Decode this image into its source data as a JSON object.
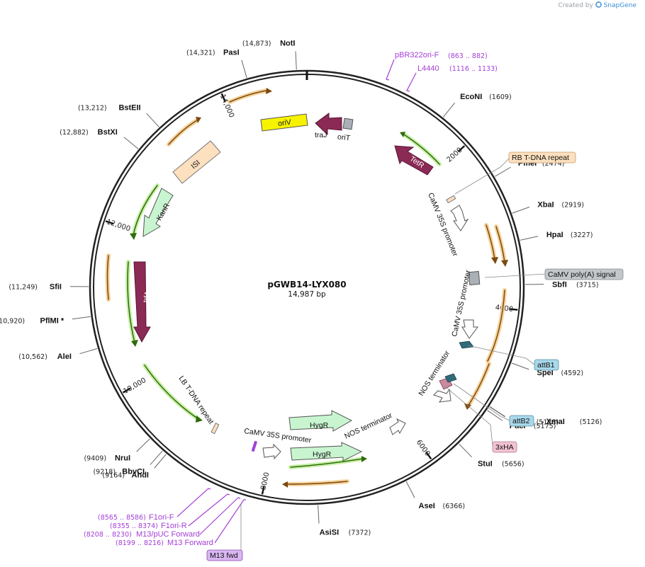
{
  "header": {
    "created_by": "Created by",
    "brand": "SnapGene"
  },
  "plasmid": {
    "name": "pGWB14-LYX080",
    "length_label": "14,987 bp",
    "length": 14987
  },
  "colors": {
    "primer": "#a43ed6",
    "orange": "#e9a23b",
    "green": "#7fcc4a",
    "maroon": "#8a2a55",
    "mint": "#c8f5cf",
    "peach": "#fde0bf",
    "yellow": "#f7f200",
    "gray": "#aab0b6",
    "tag_blue": "#a8d8ea",
    "tag_pink": "#f2c3d2"
  },
  "ticks": [
    {
      "label": "2000",
      "bp": 2000
    },
    {
      "label": "4000",
      "bp": 4000
    },
    {
      "label": "6000",
      "bp": 6000
    },
    {
      "label": "8000",
      "bp": 8000
    },
    {
      "label": "10,000",
      "bp": 10000
    },
    {
      "label": "12,000",
      "bp": 12000
    },
    {
      "label": "14,000",
      "bp": 14000
    }
  ],
  "enzymes": [
    {
      "name": "NotI",
      "pos": "(14,873)",
      "bp": 14873
    },
    {
      "name": "PasI",
      "pos": "(14,321)",
      "bp": 14321
    },
    {
      "name": "BstEII",
      "pos": "(13,212)",
      "bp": 13212
    },
    {
      "name": "BstXI",
      "pos": "(12,882)",
      "bp": 12882
    },
    {
      "name": "SfiI",
      "pos": "(11,249)",
      "bp": 11249
    },
    {
      "name": "PflMI *",
      "pos": "(10,920)",
      "bp": 10920
    },
    {
      "name": "AleI",
      "pos": "(10,562)",
      "bp": 10562
    },
    {
      "name": "NruI",
      "pos": "(9409)",
      "bp": 9409
    },
    {
      "name": "BbvCI",
      "pos": "(9218)",
      "bp": 9218
    },
    {
      "name": "AhdI",
      "pos": "(9164)",
      "bp": 9164
    },
    {
      "name": "AsiSI",
      "pos": "(7372)",
      "bp": 7372
    },
    {
      "name": "AseI",
      "pos": "(6366)",
      "bp": 6366
    },
    {
      "name": "StuI",
      "pos": "(5656)",
      "bp": 5656
    },
    {
      "name": "PacI",
      "pos": "(5175)",
      "bp": 5175
    },
    {
      "name": "SmaI",
      "pos": "(5128)",
      "bp": 5128
    },
    {
      "name": "TspMI",
      "pos": "(5126)",
      "bp": 5126,
      "extra": "- XmaI"
    },
    {
      "name": "SpeI",
      "pos": "(4592)",
      "bp": 4592
    },
    {
      "name": "SbfI",
      "pos": "(3715)",
      "bp": 3715
    },
    {
      "name": "HpaI",
      "pos": "(3227)",
      "bp": 3227
    },
    {
      "name": "XbaI",
      "pos": "(2919)",
      "bp": 2919
    },
    {
      "name": "PmeI",
      "pos": "(2474)",
      "bp": 2474
    },
    {
      "name": "EcoNI",
      "pos": "(1609)",
      "bp": 1609
    }
  ],
  "primers": [
    {
      "name": "pBR322ori-F",
      "range": "(863 .. 882)"
    },
    {
      "name": "L4440",
      "range": "(1116 .. 1133)"
    },
    {
      "name": "F1ori-F",
      "range": "(8565 .. 8586)"
    },
    {
      "name": "F1ori-R",
      "range": "(8355 .. 8374)"
    },
    {
      "name": "M13/pUC Forward",
      "range": "(8208 .. 8230)"
    },
    {
      "name": "M13 Forward",
      "range": "(8199 .. 8216)"
    }
  ],
  "boxed_labels": {
    "rb_tdna": "RB T-DNA repeat",
    "camv_polya": "CaMV poly(A) signal",
    "attb1": "attB1",
    "attb2": "attB2",
    "ha": "3xHA",
    "m13fwd": "M13 fwd"
  },
  "features": {
    "oriv": "oriV",
    "traj": "traJ",
    "orit": "oriT",
    "tetr": "TetR",
    "isi": "ISI",
    "kanr": "KanR",
    "trfa": "trfA",
    "hygr1": "HygR",
    "hygr2": "HygR",
    "camv35s_a": "CaMV 35S promoter",
    "camv35s_b": "CaMV 35S promoter",
    "camv35s_c": "CaMV 35S promoter",
    "nos_a": "NOS terminator",
    "nos_b": "NOS terminator",
    "lb_tdna": "LB T-DNA repeat"
  }
}
